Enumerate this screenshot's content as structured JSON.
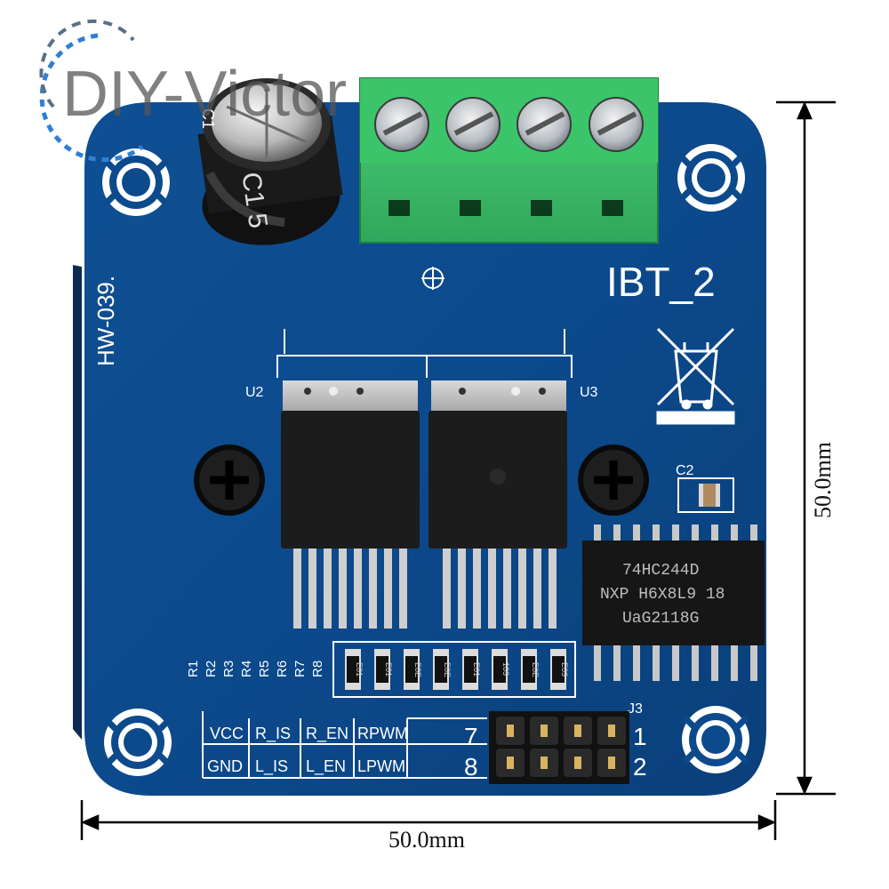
{
  "watermark": "DIY-Victor",
  "board": {
    "name": "IBT_2",
    "model_code": "HW-039.",
    "designators": {
      "c1": "C1",
      "c2": "C2",
      "u2": "U2",
      "u3": "U3",
      "j3": "J3",
      "resistors": [
        "R1",
        "R2",
        "R3",
        "R4",
        "R5",
        "R6",
        "R7",
        "R8"
      ]
    },
    "resistor_codes": [
      "E01",
      "E01",
      "E0E",
      "E0E",
      "E01",
      "103",
      "E0E",
      "E03"
    ],
    "capacitor_marking": "C1 5",
    "ic_markings": [
      "74HC244D",
      "NXP H6X8L9  18",
      "UaG2118G"
    ],
    "pin_table": {
      "row1": [
        "VCC",
        "R_IS",
        "R_EN",
        "RPWM"
      ],
      "row2": [
        "GND",
        "L_IS",
        "L_EN",
        "LPWM"
      ],
      "row1_numbers": [
        "7",
        "1"
      ],
      "row2_numbers": [
        "8",
        "2"
      ]
    }
  },
  "dimensions": {
    "width_label": "50.0mm",
    "height_label": "50.0mm"
  }
}
